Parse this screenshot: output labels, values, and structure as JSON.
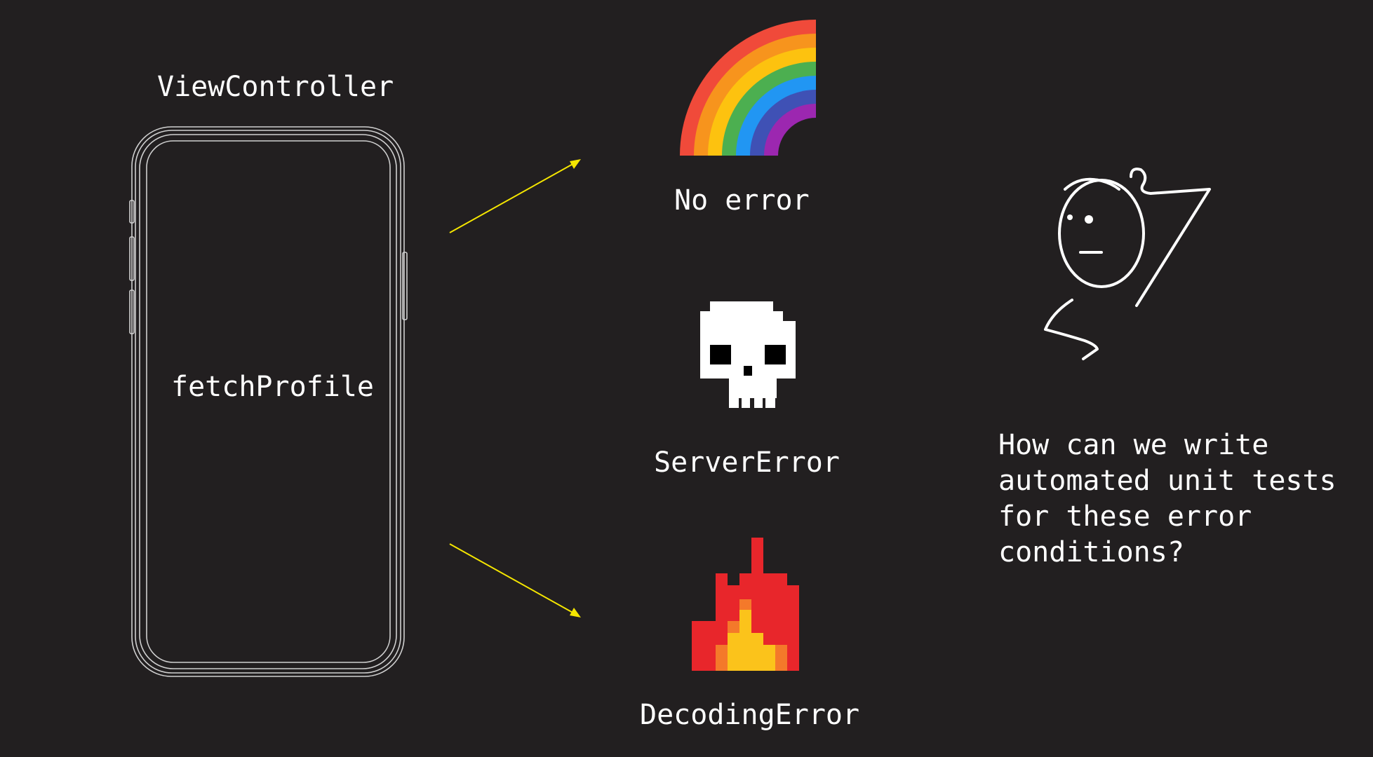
{
  "view_controller": {
    "title": "ViewController",
    "function_label": "fetchProfile"
  },
  "outcomes": [
    {
      "label": "No error",
      "icon": "rainbow-icon"
    },
    {
      "label": "ServerError",
      "icon": "skull-icon"
    },
    {
      "label": "DecodingError",
      "icon": "fire-icon"
    }
  ],
  "question": {
    "lines": [
      "How can we write",
      "automated unit tests",
      "for these error",
      "conditions?"
    ]
  },
  "colors": {
    "background": "#221f20",
    "text": "#ffffff",
    "arrow": "#f5e600",
    "phone_outline": "#d0d0d0",
    "rainbow": [
      "#f04a3a",
      "#f7941d",
      "#fdc20f",
      "#4caf50",
      "#2196f3",
      "#3f51b5",
      "#9c27b0"
    ],
    "fire_outer": "#e8262b",
    "fire_mid": "#f4792a",
    "fire_inner": "#fbc31b"
  }
}
